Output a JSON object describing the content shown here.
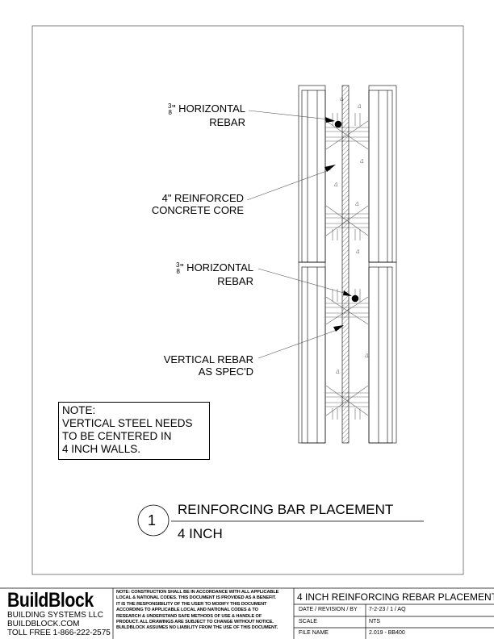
{
  "labels": {
    "rebar_top": {
      "fraction_num": "3",
      "fraction_den": "8",
      "line1": "\" HORIZONTAL",
      "line2": "REBAR"
    },
    "core": {
      "line1": "4\" REINFORCED",
      "line2": "CONCRETE CORE"
    },
    "rebar_mid": {
      "fraction_num": "3",
      "fraction_den": "8",
      "line1": "\" HORIZONTAL",
      "line2": "REBAR"
    },
    "vertical": {
      "line1": "VERTICAL REBAR",
      "line2": "AS SPEC'D"
    }
  },
  "note": {
    "title": "NOTE:",
    "lines": [
      "VERTICAL STEEL NEEDS",
      "TO BE CENTERED IN",
      "4 INCH WALLS."
    ]
  },
  "detail": {
    "number": "1",
    "title": "REINFORCING BAR PLACEMENT",
    "subtitle": "4 INCH"
  },
  "title_block": {
    "brand": "BuildBlock",
    "company": "BUILDING SYSTEMS LLC",
    "website": "BUILDBLOCK.COM",
    "phone": "TOLL FREE 1-866-222-2575",
    "disclaimer": [
      "NOTE: CONSTRUCTION SHALL BE IN ACCORDANCE WITH ALL APPLICABLE",
      "LOCAL & NATIONAL CODES. THIS DOCUMENT IS PROVIDED AS A BENEFIT.",
      "IT IS THE RESPONSIBILITY OF THE USER TO MODIFY THIS DOCUMENT",
      "ACCORDING TO APPLICABLE LOCAL AND NATIONAL CODES & TO",
      "RESEARCH & UNDERSTAND SAFE METHODS OF USE & HANDLE OF",
      "PRODUCT. ALL DRAWINGS ARE SUBJECT TO CHANGE WITHOUT NOTICE.",
      "BUILDBLOCK ASSUMES NO LIABILITY FROM THE USE OF THIS DOCUMENT."
    ],
    "drawing_title": "4 INCH REINFORCING REBAR PLACEMENT",
    "rows": [
      {
        "label": "DATE / REVISION / BY",
        "value": "7-2-23 / 1 / AQ"
      },
      {
        "label": "SCALE",
        "value": "NTS"
      },
      {
        "label": "FILE NAME",
        "value": "2.019 - BB400"
      }
    ]
  }
}
